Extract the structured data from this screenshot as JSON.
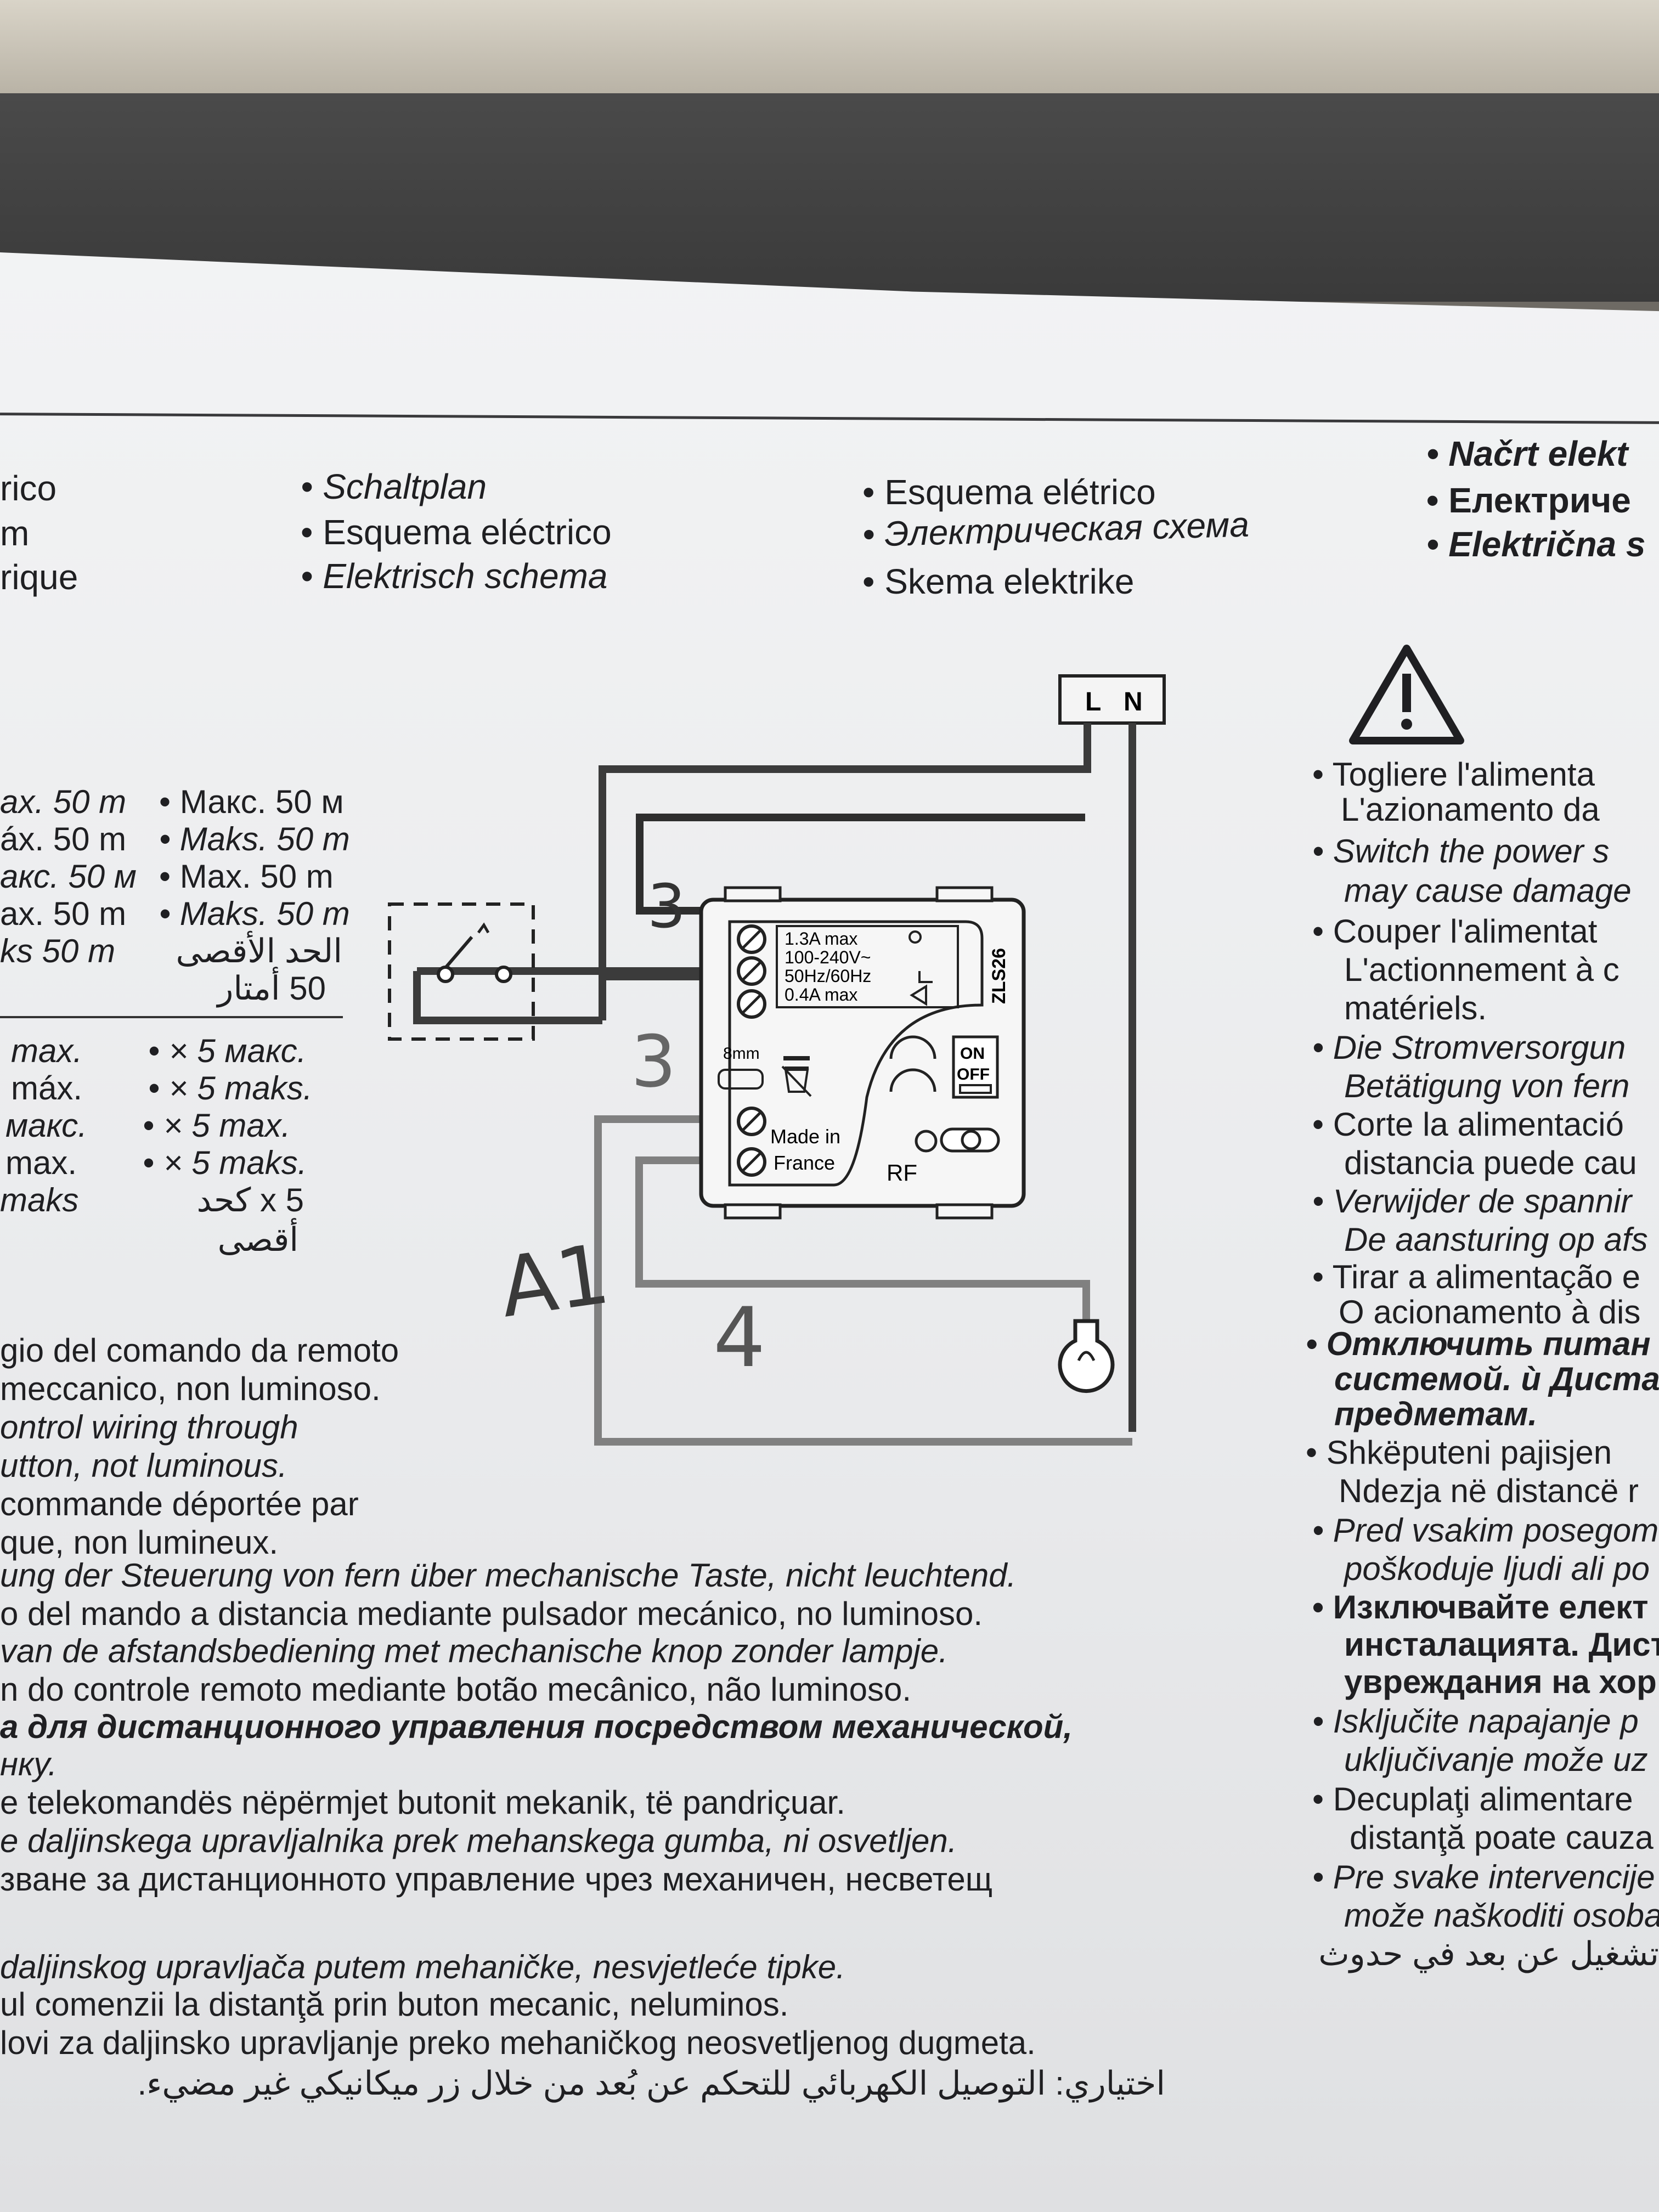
{
  "headers": {
    "col1": [
      "rico",
      "m",
      "rique"
    ],
    "col2": [
      "Schaltplan",
      "Esquema eléctrico",
      "Elektrisch schema"
    ],
    "col3": [
      "Esquema elétrico",
      "Электрическая схема",
      "Skema elektrike"
    ],
    "col4": [
      "Načrt elekt",
      "Електриче",
      "Električna s"
    ]
  },
  "distance": {
    "col1": [
      "ax. 50 m",
      "áx. 50 m",
      "акс. 50 м",
      "ax. 50 m",
      "ks 50 m"
    ],
    "col2": [
      "Макс. 50 м",
      "Maks. 50 m",
      "Max. 50 m",
      "Maks. 50 m",
      "الحد الأقصى",
      "50 أمتار"
    ]
  },
  "count": {
    "col1": [
      "max.",
      "máx.",
      "макс.",
      "max.",
      "maks"
    ],
    "col2": [
      "× 5 макс.",
      "× 5 maks.",
      "× 5 max.",
      "× 5 maks.",
      "5 x كحد",
      "أقصى"
    ]
  },
  "diagram": {
    "supply_l": "L",
    "supply_n": "N",
    "spec_current": "1.3A max",
    "spec_voltage": "100-240V~",
    "spec_freq": "50Hz/60Hz",
    "spec_min": "0.4A max",
    "model": "ZLS26",
    "strip": "8mm",
    "made_in": "Made in",
    "france": "France",
    "on": "ON",
    "off": "OFF",
    "rf": "RF",
    "hand_3a": "3",
    "hand_3b": "3",
    "hand_a1": "A1",
    "hand_4": "4"
  },
  "bottom_lines": [
    "gio del comando da remoto",
    "meccanico, non luminoso.",
    "ontrol wiring through",
    "utton, not luminous.",
    "commande déportée par",
    "que, non lumineux.",
    "ung der Steuerung von fern über mechanische Taste, nicht leuchtend.",
    "o del mando a distancia mediante pulsador mecánico, no luminoso.",
    "van de afstandsbediening met mechanische knop zonder lampje.",
    "n do controle remoto mediante botão mecânico, não luminoso.",
    "а для дистанционного управления посредством механической,",
    "нку.",
    "e telekomandës nëpërmjet butonit mekanik, të pandriçuar.",
    "e daljinskega upravljalnika prek mehanskega gumba, ni osvetljen.",
    "зване за дистанционното управление чрез механичен, несветещ",
    "daljinskog upravljača putem mehaničke, nesvjetleće tipke.",
    "ul comenzii la distanţă prin buton mecanic, neluminos.",
    "lovi za daljinsko upravljanje preko mehaničkog neosvetljenog dugmeta.",
    "اختياري: التوصيل الكهربائي للتحكم عن بُعد من خلال زر ميكانيكي غير مضيء."
  ],
  "right_column": [
    "Togliere l'alimenta",
    "L'azionamento da",
    "Switch the power s",
    "may cause damage",
    "Couper l'alimentat",
    "L'actionnement à c",
    "matériels.",
    "Die Stromversorgun",
    "Betätigung von fern",
    "Corte la alimentació",
    "distancia puede cau",
    "Verwijder de spannir",
    "De aansturing op afs",
    "Tirar a alimentação e",
    "O acionamento à dis",
    "Отключить питан",
    "системой. ù Дистан",
    "предметам.",
    "Shkëputeni pajisjen",
    "Ndezja në distancë r",
    "Pred vsakim posegom",
    "poškoduje ljudi ali po",
    "Изключвайте елект",
    "инсталацията. Дист",
    "увреждания на хор",
    "Isključite napajanje p",
    "uključivanje može uz",
    "Decuplaţi alimentare",
    "distanţă poate cauza",
    "Pre svake intervencije",
    "može naškoditi osoba",
    "تشغيل عن بعد في حدوث"
  ]
}
